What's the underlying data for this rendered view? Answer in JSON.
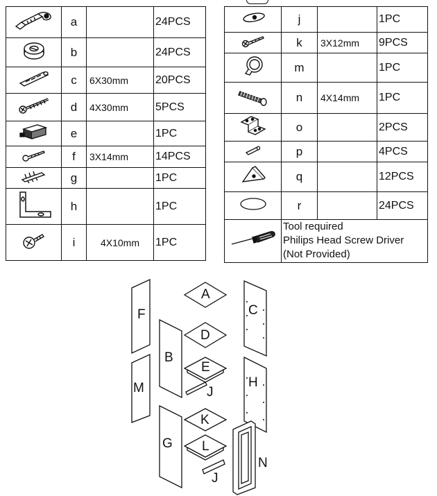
{
  "left_parts": [
    {
      "letter": "a",
      "spec": "",
      "qty": "24PCS",
      "icon": "cam-bolt-icon"
    },
    {
      "letter": "b",
      "spec": "",
      "qty": "24PCS",
      "icon": "cam-lock-icon"
    },
    {
      "letter": "c",
      "spec": "6X30mm",
      "qty": "20PCS",
      "icon": "wood-dowel-icon"
    },
    {
      "letter": "d",
      "spec": "4X30mm",
      "qty": "5PCS",
      "icon": "wood-screw-icon"
    },
    {
      "letter": "e",
      "spec": "",
      "qty": "1PC",
      "icon": "magnetic-catch-icon"
    },
    {
      "letter": "f",
      "spec": "3X14mm",
      "qty": "14PCS",
      "icon": "small-screw-icon"
    },
    {
      "letter": "g",
      "spec": "",
      "qty": "1PC",
      "icon": "wall-anchor-icon"
    },
    {
      "letter": "h",
      "spec": "",
      "qty": "1PC",
      "icon": "l-bracket-icon"
    },
    {
      "letter": "i",
      "spec": "4X10mm",
      "qty": "1PC",
      "icon": "short-screw-icon"
    }
  ],
  "right_parts": [
    {
      "letter": "j",
      "spec": "",
      "qty": "1PC",
      "icon": "oval-washer-icon"
    },
    {
      "letter": "k",
      "spec": "3X12mm",
      "qty": "9PCS",
      "icon": "screw-icon"
    },
    {
      "letter": "m",
      "spec": "",
      "qty": "1PC",
      "icon": "knob-icon"
    },
    {
      "letter": "n",
      "spec": "4X14mm",
      "qty": "1PC",
      "icon": "bolt-icon"
    },
    {
      "letter": "o",
      "spec": "",
      "qty": "2PCS",
      "icon": "hinge-icon"
    },
    {
      "letter": "p",
      "spec": "",
      "qty": "4PCS",
      "icon": "shelf-pin-icon"
    },
    {
      "letter": "q",
      "spec": "",
      "qty": "12PCS",
      "icon": "corner-block-icon"
    },
    {
      "letter": "r",
      "spec": "",
      "qty": "24PCS",
      "icon": "cap-cover-icon"
    }
  ],
  "tool": {
    "line1": "Tool required",
    "line2": "Philips Head Screw Driver",
    "line3": "(Not Provided)",
    "icon": "screwdriver-icon"
  },
  "panels": {
    "A": "A",
    "B": "B",
    "C": "C",
    "D": "D",
    "E": "E",
    "F": "F",
    "G": "G",
    "H": "H",
    "J": "J",
    "K": "K",
    "L": "L",
    "M": "M",
    "N": "N"
  }
}
